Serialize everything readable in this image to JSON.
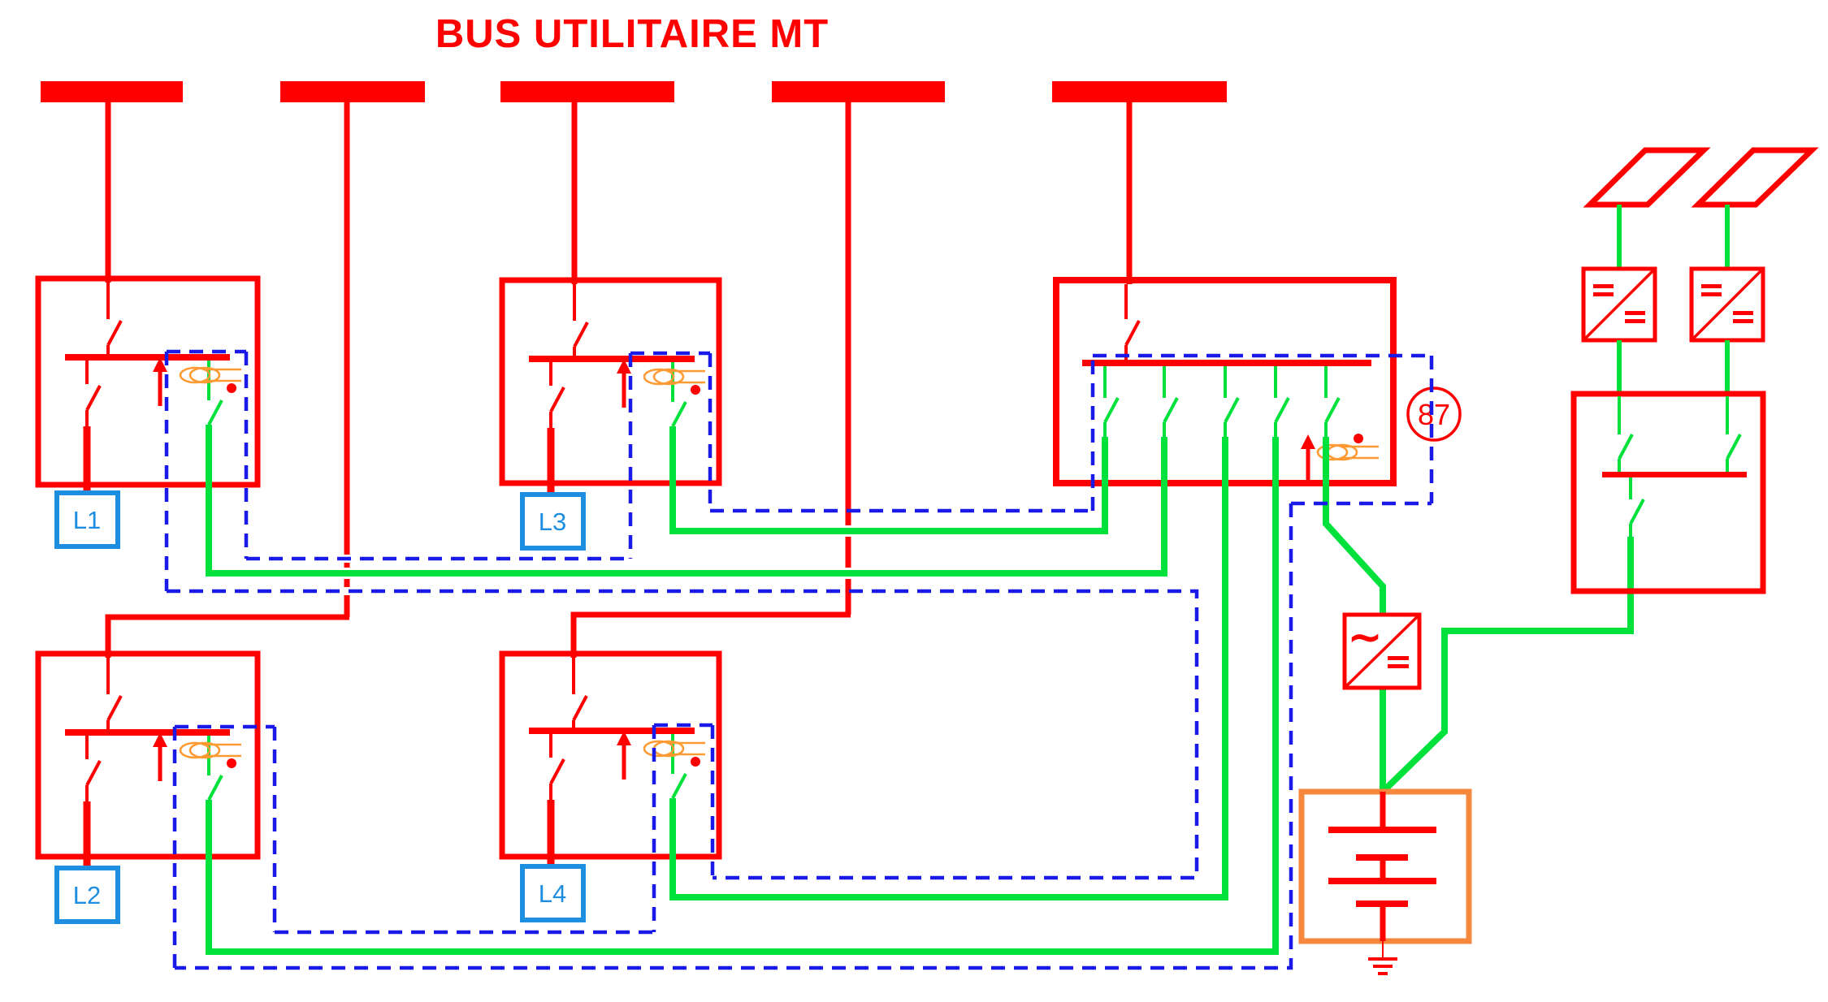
{
  "title": "BUS UTILITAIRE MT",
  "loads": {
    "l1": "L1",
    "l2": "L2",
    "l3": "L3",
    "l4": "L4"
  },
  "relay": {
    "label": "87"
  },
  "inverter": {
    "ac_symbol": "~"
  },
  "colors": {
    "red": "#FF0000",
    "green": "#00E13C",
    "blue": "#1A1AE8",
    "load_blue": "#1E8FE0",
    "ct_orange": "#FF9A33",
    "battery_orange": "#F5873F",
    "bg": "#FFFFFF"
  }
}
